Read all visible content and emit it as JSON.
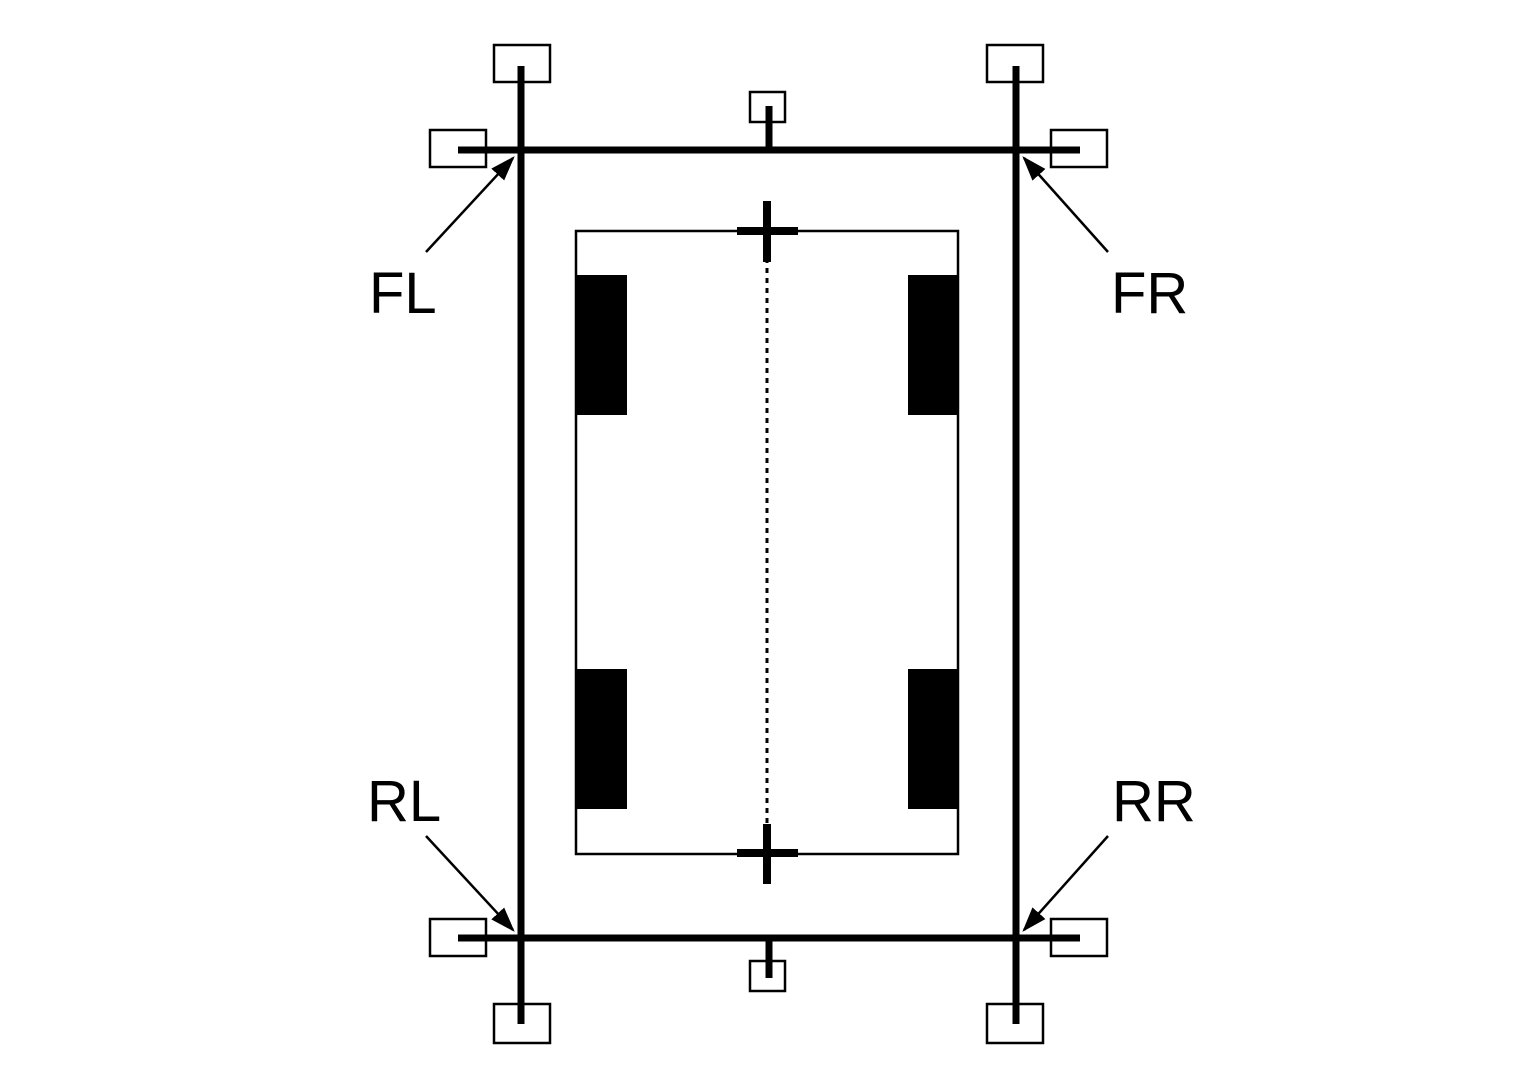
{
  "diagram": {
    "labels": {
      "front_left": "FL",
      "front_right": "FR",
      "rear_left": "RL",
      "rear_right": "RR"
    },
    "colors": {
      "stroke": "#000000",
      "fill": "#000000",
      "background": "#ffffff"
    }
  }
}
